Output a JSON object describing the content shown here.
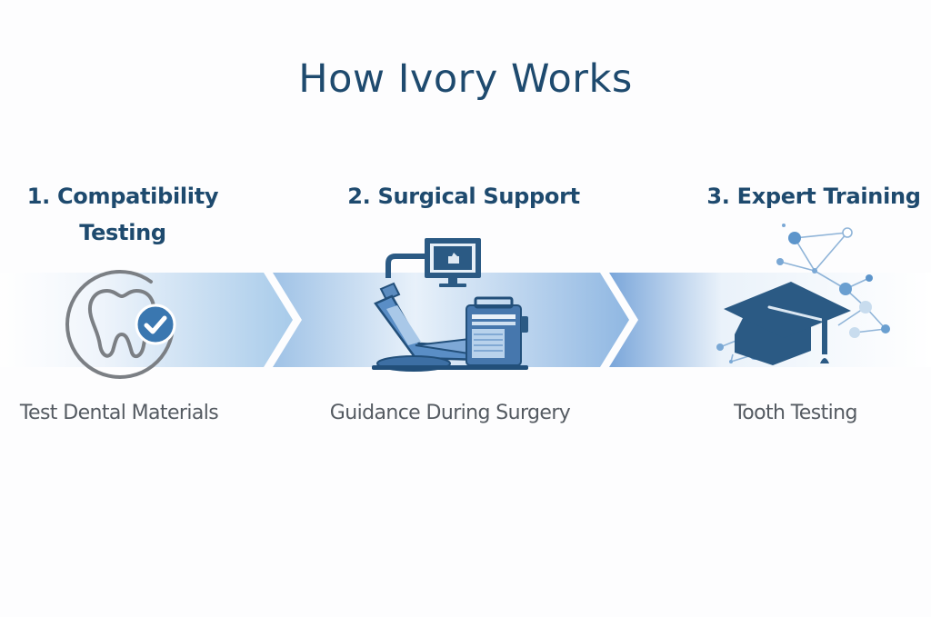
{
  "title": "How Ivory Works",
  "colors": {
    "title": "#1e4a6e",
    "accent": "#3a77b0",
    "band_light": "#e6f0f9",
    "band_mid": "#a9c9e8",
    "band_dark": "#6b9bd3",
    "description": "#555b62"
  },
  "steps": [
    {
      "number": "1.",
      "title_line1": "1. Compatibility",
      "title_line2": "Testing",
      "icon": "tooth-check-icon",
      "description": "Test Dental Materials"
    },
    {
      "number": "2.",
      "title_line1": "2. Surgical Support",
      "icon": "dental-chair-monitor-icon",
      "description": "Guidance During Surgery"
    },
    {
      "number": "3.",
      "title_line1": "3. Expert Training",
      "icon": "graduation-cap-network-icon",
      "description": "Tooth Testing"
    }
  ]
}
